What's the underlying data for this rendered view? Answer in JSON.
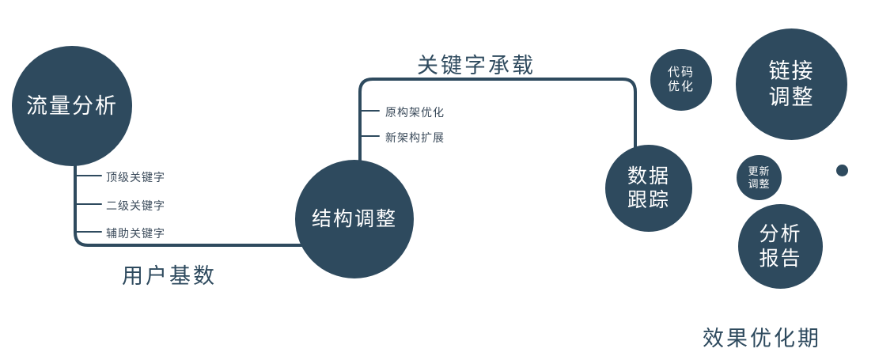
{
  "colors": {
    "primary": "#2e4a5e",
    "label_text": "#2e4a5e",
    "small_label_text": "#3a4a5a",
    "circle_text": "#ffffff",
    "background": "#ffffff"
  },
  "nodes": {
    "traffic_analysis": {
      "lines": [
        "流量分析"
      ]
    },
    "structure_adjustment": {
      "lines": [
        "结构调整"
      ]
    },
    "data_tracking": {
      "lines": [
        "数据",
        "跟踪"
      ]
    },
    "code_optimization": {
      "lines": [
        "代码",
        "优化"
      ]
    },
    "link_adjustment": {
      "lines": [
        "链接",
        "调整"
      ]
    },
    "update_adjustment": {
      "lines": [
        "更新",
        "调整"
      ]
    },
    "analysis_report": {
      "lines": [
        "分析",
        "报告"
      ]
    }
  },
  "edge_labels": {
    "keyword_carrying": "关键字承载",
    "user_base": "用户基数"
  },
  "branch_labels": {
    "traffic": [
      "顶级关键字",
      "二级关键字",
      "辅助关键字"
    ],
    "structure": [
      "原构架优化",
      "新架构扩展"
    ]
  },
  "footer": {
    "phase": "效果优化期"
  }
}
